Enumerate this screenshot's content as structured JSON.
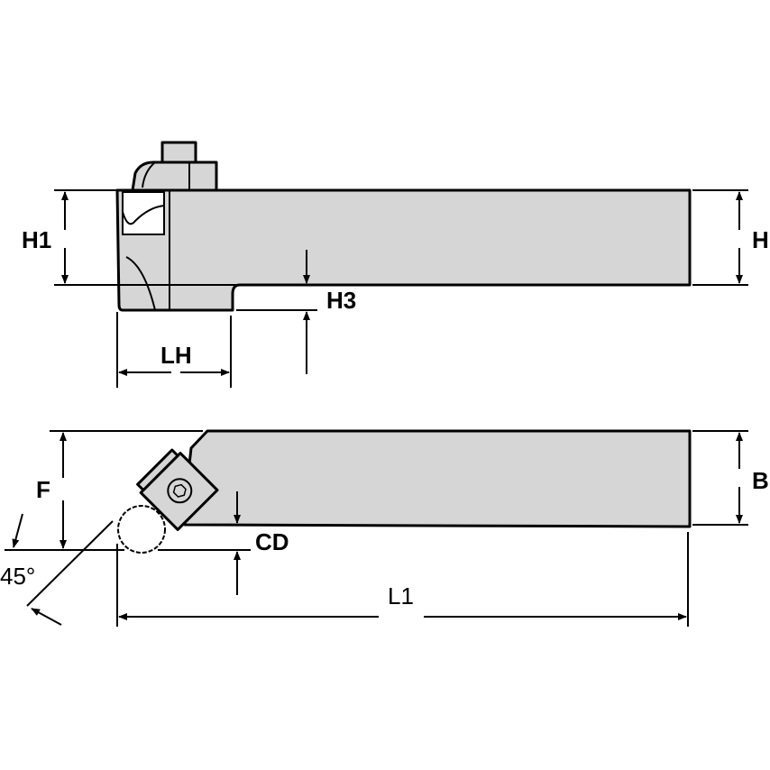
{
  "colors": {
    "fill": "#d6d6d6",
    "line": "#000000",
    "background": "#ffffff"
  },
  "top_view": {
    "labels": {
      "h1": "H1",
      "h": "H",
      "h3": "H3",
      "lh": "LH"
    }
  },
  "bottom_view": {
    "labels": {
      "f": "F",
      "b": "B",
      "cd": "CD",
      "l1": "L1",
      "angle": "45°"
    }
  }
}
